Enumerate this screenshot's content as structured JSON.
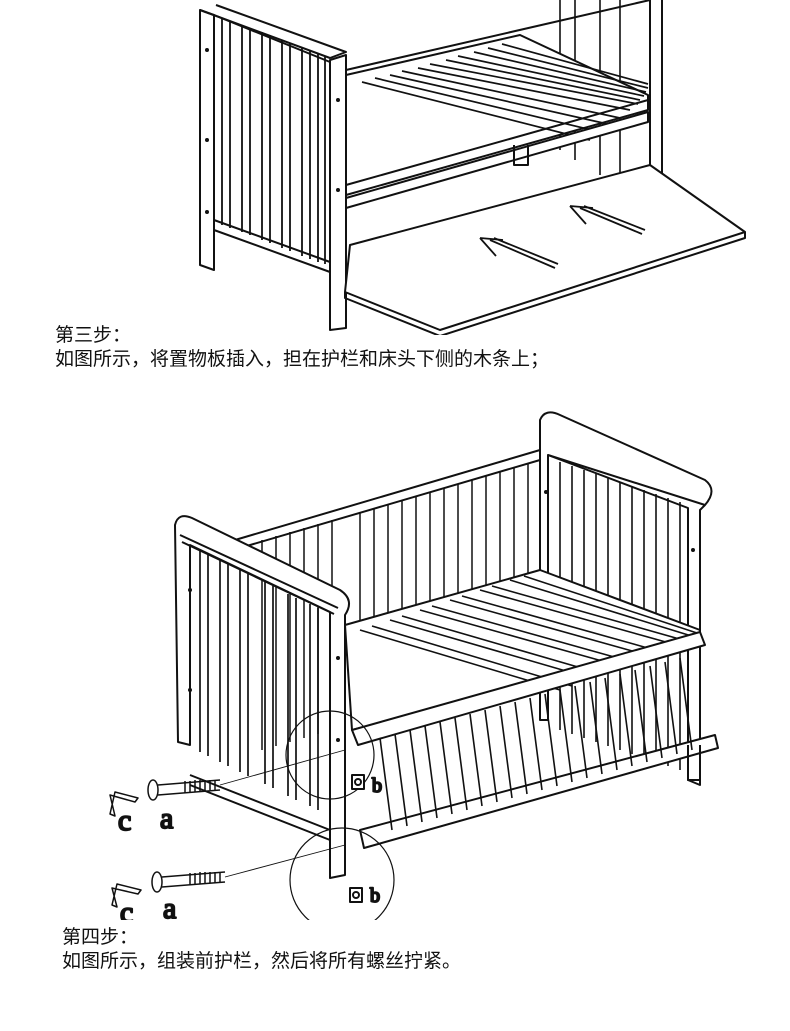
{
  "step3": {
    "title": "第三步：",
    "text": "如图所示，将置物板插入，担在护栏和床头下侧的木条上；"
  },
  "step4": {
    "title": "第四步：",
    "text": "如图所示，组装前护栏，然后将所有螺丝拧紧。",
    "labels": {
      "c1": "c",
      "a1": "a",
      "b1": "b",
      "c2": "c",
      "a2": "a",
      "b2": "b"
    }
  },
  "colors": {
    "line": "#111111",
    "background": "#ffffff"
  }
}
